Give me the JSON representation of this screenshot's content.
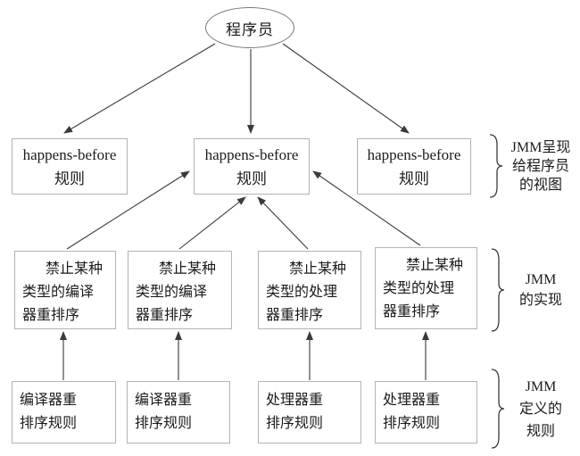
{
  "ellipse": {
    "label": "程序员"
  },
  "hb_boxes": [
    {
      "line1": "happens-before",
      "line2": "规则"
    },
    {
      "line1": "happens-before",
      "line2": "规则"
    },
    {
      "line1": "happens-before",
      "line2": "规则"
    }
  ],
  "impl_boxes": [
    {
      "line1": "禁止某种",
      "line2": "类型的编译",
      "line3": "器重排序"
    },
    {
      "line1": "禁止某种",
      "line2": "类型的编译",
      "line3": "器重排序"
    },
    {
      "line1": "禁止某种",
      "line2": "类型的处理",
      "line3": "器重排序"
    },
    {
      "line1": "禁止某种",
      "line2": "类型的处理",
      "line3": "器重排序"
    }
  ],
  "rule_boxes": [
    {
      "line1": "编译器重",
      "line2": "排序规则"
    },
    {
      "line1": "编译器重",
      "line2": "排序规则"
    },
    {
      "line1": "处理器重",
      "line2": "排序规则"
    },
    {
      "line1": "处理器重",
      "line2": "排序规则"
    }
  ],
  "annotations": [
    {
      "line1": "JMM呈现",
      "line2": "给程序员",
      "line3": "的视图"
    },
    {
      "line1": "JMM",
      "line2": "的实现"
    },
    {
      "line1": "JMM",
      "line2": "定义的",
      "line3": "规则"
    }
  ],
  "colors": {
    "line_color": "#3a3a3a",
    "box_border": "#b3b3b3",
    "text_color": "#1b1b1b",
    "bg": "#ffffff"
  }
}
